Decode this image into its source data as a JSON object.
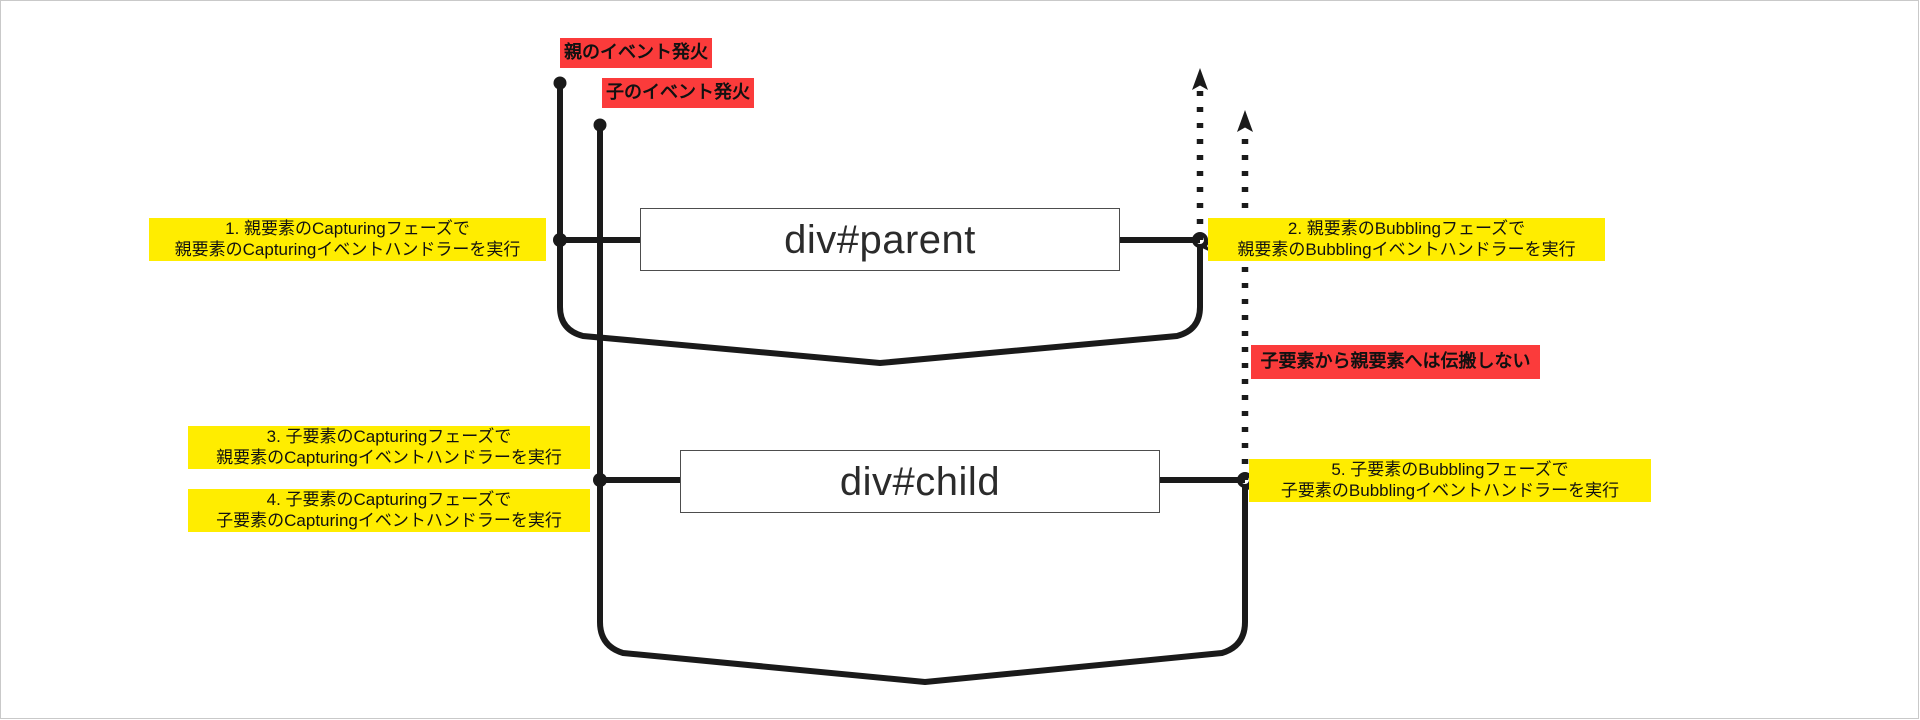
{
  "diagram": {
    "title": "DOM event propagation diagram",
    "colors": {
      "yellow_callout": "#ffed00",
      "red_callout": "#fb3b3b",
      "wire": "#1a1a1a",
      "box_border": "#4d4d4d",
      "frame_border": "#c9c9c9",
      "background": "#ffffff"
    },
    "nodes": [
      {
        "id": "parent",
        "label": "div#parent"
      },
      {
        "id": "child",
        "label": "div#child"
      }
    ],
    "red_callouts": [
      {
        "id": "parent-fire",
        "text": "親のイベント発火"
      },
      {
        "id": "child-fire",
        "text": "子のイベント発火"
      },
      {
        "id": "no-propagation",
        "text": "子要素から親要素へは伝搬しない"
      }
    ],
    "yellow_callouts": [
      {
        "id": "step-1",
        "line1": "1. 親要素のCapturingフェーズで",
        "line2": "親要素のCapturingイベントハンドラーを実行"
      },
      {
        "id": "step-2",
        "line1": "2. 親要素のBubblingフェーズで",
        "line2": "親要素のBubblingイベントハンドラーを実行"
      },
      {
        "id": "step-3",
        "line1": "3. 子要素のCapturingフェーズで",
        "line2": "親要素のCapturingイベントハンドラーを実行"
      },
      {
        "id": "step-4",
        "line1": "4. 子要素のCapturingフェーズで",
        "line2": "子要素のCapturingイベントハンドラーを実行"
      },
      {
        "id": "step-5",
        "line1": "5. 子要素のBubblingフェーズで",
        "line2": "子要素のBubblingイベントハンドラーを実行"
      }
    ]
  }
}
